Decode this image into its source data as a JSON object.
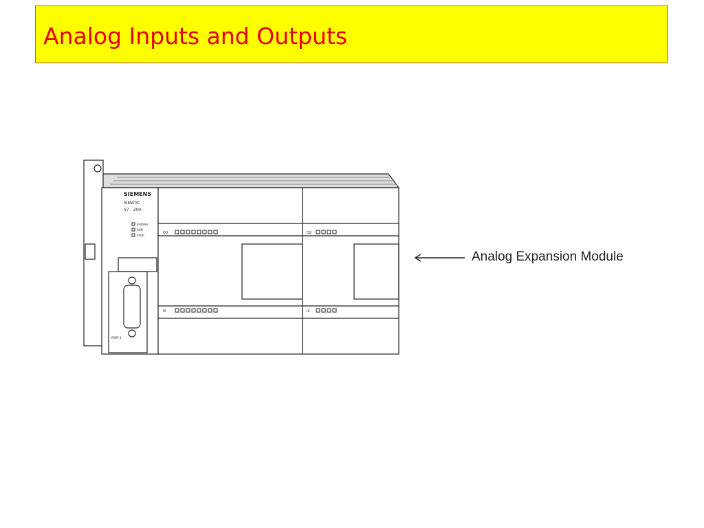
{
  "slide": {
    "title": "Analog Inputs and Outputs"
  },
  "diagram": {
    "device_brand": "SIEMENS",
    "device_series": "SIMATIC",
    "device_model": "S7 - 200",
    "status_leds": [
      "SF/DIAG",
      "RUN",
      "STOP"
    ],
    "port_label": "PORT 0",
    "input_group_label": "I0",
    "output_group_label": "Q0",
    "expansion_input_label": "I2",
    "expansion_output_label": "Q2",
    "callout": "Analog Expansion Module"
  },
  "colors": {
    "title_background": "#ffff00",
    "title_border": "#c0504d",
    "title_text": "#e60000"
  }
}
